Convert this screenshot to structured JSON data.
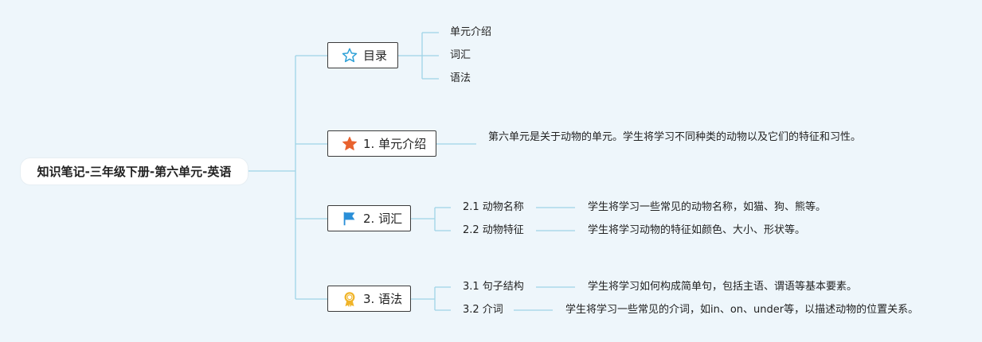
{
  "root": {
    "label": "知识笔记-三年级下册-第六单元-英语"
  },
  "toc": {
    "label": "目录",
    "items": [
      "单元介绍",
      "词汇",
      "语法"
    ]
  },
  "unit_intro": {
    "label": "1. 单元介绍",
    "description": "第六单元是关于动物的单元。学生将学习不同种类的动物以及它们的特征和习性。"
  },
  "vocabulary": {
    "label": "2. 词汇",
    "children": [
      {
        "label": "2.1 动物名称",
        "description": "学生将学习一些常见的动物名称，如猫、狗、熊等。"
      },
      {
        "label": "2.2 动物特征",
        "description": "学生将学习动物的特征如颜色、大小、形状等。"
      }
    ]
  },
  "grammar": {
    "label": "3. 语法",
    "children": [
      {
        "label": "3.1 句子结构",
        "description": "学生将学习如何构成简单句，包括主语、谓语等基本要素。"
      },
      {
        "label": "3.2 介词",
        "description": "学生将学习一些常见的介词，如in、on、under等，以描述动物的位置关系。"
      }
    ]
  },
  "colors": {
    "connector": "#9fd4e6",
    "background": "#eef6fb",
    "star_outline": "#2a9fd6",
    "star_filled": "#e8622e",
    "flag": "#2a8fd8",
    "award": "#f0b429"
  },
  "icons": {
    "toc": "star-outline-icon",
    "unit_intro": "star-filled-icon",
    "vocabulary": "flag-icon",
    "grammar": "award-ribbon-icon"
  }
}
